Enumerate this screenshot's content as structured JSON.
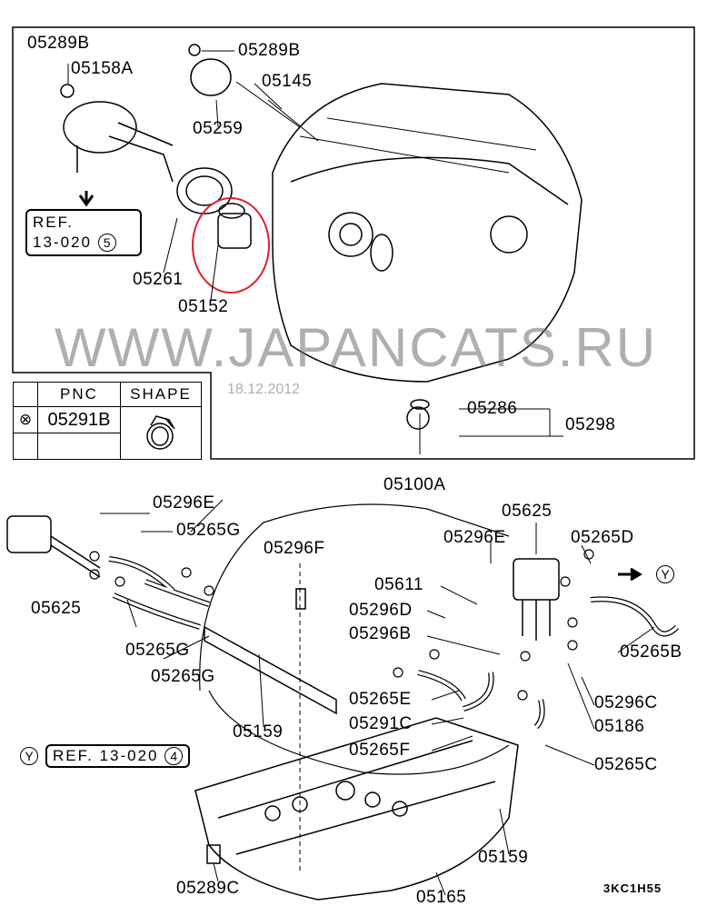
{
  "labels": {
    "p05289b_a": "05289B",
    "p05158a": "05158A",
    "p05289b_b": "05289B",
    "p05145": "05145",
    "p05259": "05259",
    "p05261": "05261",
    "p05152": "05152",
    "p05286": "05286",
    "p05298": "05298",
    "p05100a": "05100A",
    "p05296e_a": "05296E",
    "p05265g_a": "05265G",
    "p05625_a": "05625",
    "p05296f": "05296F",
    "p05296e_b": "05296E",
    "p05265d": "05265D",
    "p05611": "05611",
    "p05625_b": "05625",
    "p05296d": "05296D",
    "p05296b": "05296B",
    "p05265g_b": "05265G",
    "p05265b": "05265B",
    "p05265g_c": "05265G",
    "p05265e": "05265E",
    "p05296c": "05296C",
    "p05186": "05186",
    "p05159_a": "05159",
    "p05291c": "05291C",
    "p05265f": "05265F",
    "p05265c": "05265C",
    "p05159_b": "05159",
    "p05289c": "05289C",
    "p05165": "05165"
  },
  "ref_top": {
    "line1": "REF.",
    "line2": "13-020",
    "num": "5"
  },
  "ref_bottom": {
    "marker": "Y",
    "text": "REF. 13-020",
    "num": "4"
  },
  "arrow_y": "Y",
  "table": {
    "col_pnc": "PNC",
    "col_shape": "SHAPE",
    "symbol": "⊗",
    "pnc": "05291B"
  },
  "watermark": "WWW.JAPANCATS.RU",
  "watermark_date": "18.12.2012",
  "diagram_code": "3KC1H55",
  "highlight_color": "#e0202a"
}
